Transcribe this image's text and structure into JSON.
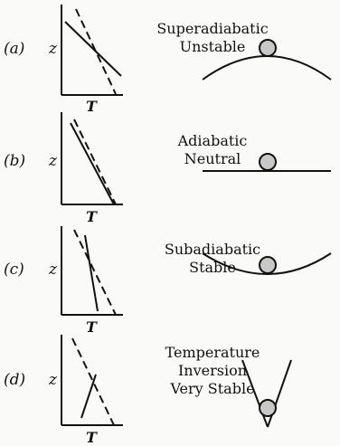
{
  "panels": [
    {
      "letter": "(a)",
      "zlabel": "z",
      "tlabel": "T",
      "lines": [
        "Superadiabatic",
        "Unstable"
      ],
      "ball_state": "hilltop"
    },
    {
      "letter": "(b)",
      "zlabel": "z",
      "tlabel": "T",
      "lines": [
        "Adiabatic",
        "Neutral"
      ],
      "ball_state": "flat"
    },
    {
      "letter": "(c)",
      "zlabel": "z",
      "tlabel": "T",
      "lines": [
        "Subadiabatic",
        "Stable"
      ],
      "ball_state": "valley"
    },
    {
      "letter": "(d)",
      "zlabel": "z",
      "tlabel": "T",
      "lines": [
        "Temperature",
        "Inversion",
        "Very Stable"
      ],
      "ball_state": "narrow-v"
    }
  ],
  "colors": {
    "ink": "#111111",
    "ball": "#c8c8c8",
    "background": "#fafaf8"
  }
}
